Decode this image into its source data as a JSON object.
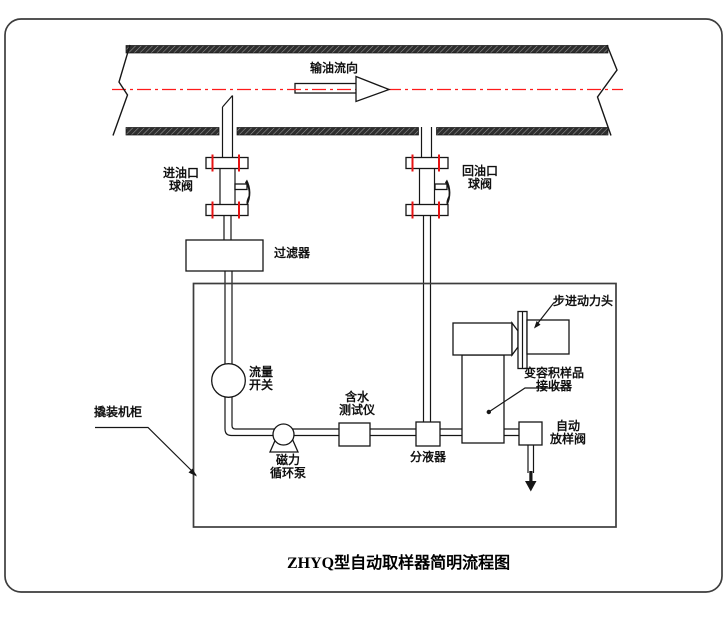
{
  "diagram": {
    "title": "ZHYQ型自动取样器简明流程图",
    "flow_direction": "输油流向",
    "labels": {
      "inlet_valve": "进油口\n球阀",
      "return_valve": "回油口\n球阀",
      "filter": "过滤器",
      "cabinet": "撬装机柜",
      "flow_switch": "流量\n开关",
      "pump": "磁力\n循环泵",
      "water_tester": "含水\n测试仪",
      "separator": "分液器",
      "stepper_head": "步进动力头",
      "receiver": "变容积样品\n接收器",
      "auto_sampling_valve": "自动\n放样阀"
    },
    "colors": {
      "line_black": "#161616",
      "centerline_red": "#ff1a1a",
      "gasket_red": "#e81313"
    }
  }
}
